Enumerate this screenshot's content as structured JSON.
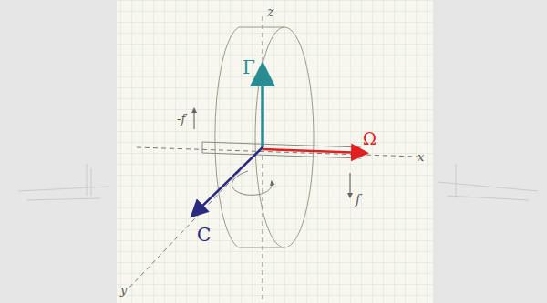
{
  "diagram": {
    "labels": [
      "z",
      "x",
      "y",
      "Γ",
      "Ω",
      "C",
      "-f",
      "f"
    ]
  }
}
